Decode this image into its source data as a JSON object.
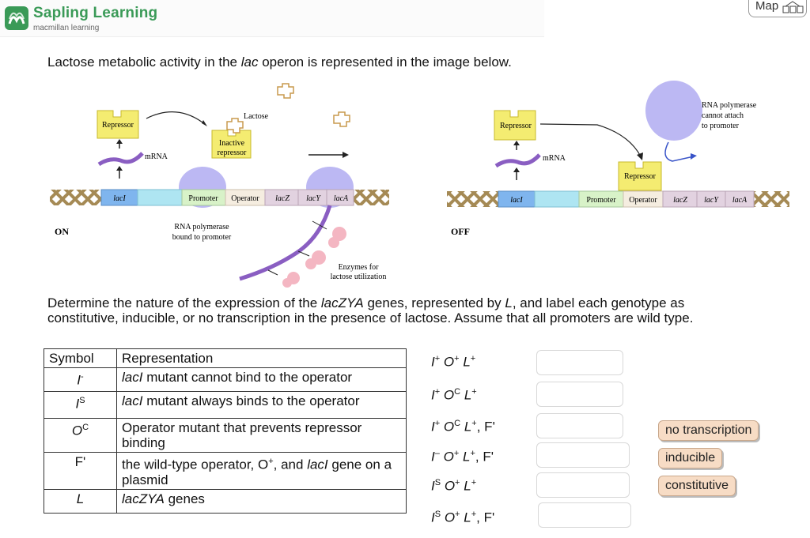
{
  "header": {
    "brand": "Sapling Learning",
    "sub": "macmillan learning",
    "map_label": "Map"
  },
  "question": {
    "intro_pre": "Lactose metabolic activity in the ",
    "intro_lac": "lac",
    "intro_post": " operon is represented in the image below.",
    "line1_pre": "Determine the nature of the expression of the ",
    "line1_gene": "lacZYA",
    "line1_mid": " genes, represented by ",
    "line1_L": "L",
    "line1_post": ", and label each genotype as",
    "line2": "constitutive, inducible, or no transcription in the presence of lactose. Assume that all promoters are wild type."
  },
  "figure": {
    "left": {
      "state": "ON",
      "repressor": "Repressor",
      "mrna": "mRNA",
      "lactose": "Lactose",
      "inactive_repressor": "Inactive repressor",
      "laci": "lacI",
      "promoter": "Promoter",
      "operator": "Operator",
      "lacz": "lacZ",
      "lacy": "lacY",
      "laca": "lacA",
      "rnap_note": "RNA polymerase bound to promoter",
      "enzymes_note": "Enzymes for lactose utilization"
    },
    "right": {
      "state": "OFF",
      "repressor": "Repressor",
      "repressor_bound": "Repressor",
      "mrna": "mRNA",
      "laci": "lacI",
      "promoter": "Promoter",
      "operator": "Operator",
      "lacz": "lacZ",
      "lacy": "lacY",
      "laca": "lacA",
      "rnap_note": "RNA polymerase cannot attach to promoter"
    }
  },
  "table": {
    "headers": [
      "Symbol",
      "Representation"
    ],
    "rows": [
      {
        "sym": "I",
        "sup": "-",
        "rep_pre": "",
        "rep_it": "lacI",
        "rep_post": " mutant cannot bind to the operator"
      },
      {
        "sym": "I",
        "sup": "S",
        "rep_pre": "",
        "rep_it": "lacI",
        "rep_post": " mutant always binds to the operator"
      },
      {
        "sym": "O",
        "sup": "C",
        "rep_pre": "Operator mutant that prevents repressor binding",
        "rep_it": "",
        "rep_post": ""
      },
      {
        "sym": "F'",
        "sup": "",
        "rep_pre": "the wild-type operator, O",
        "rep_sup": "+",
        "rep_mid": ", and ",
        "rep_it": "lacI",
        "rep_post": " gene on a plasmid"
      },
      {
        "sym": "L",
        "sup": "",
        "rep_pre": "",
        "rep_it": "lacZYA",
        "rep_post": " genes"
      }
    ]
  },
  "genotypes": [
    {
      "parts": [
        [
          "I",
          "+"
        ],
        [
          "O",
          "+"
        ],
        [
          "L",
          "+"
        ]
      ],
      "suffix": ""
    },
    {
      "parts": [
        [
          "I",
          "+"
        ],
        [
          "O",
          "C"
        ],
        [
          "L",
          "+"
        ]
      ],
      "suffix": ""
    },
    {
      "parts": [
        [
          "I",
          "+"
        ],
        [
          "O",
          "C"
        ],
        [
          "L",
          "+"
        ]
      ],
      "suffix": ", F'"
    },
    {
      "parts": [
        [
          "I",
          "–"
        ],
        [
          "O",
          "+"
        ],
        [
          "L",
          "+"
        ]
      ],
      "suffix": ", F'"
    },
    {
      "parts": [
        [
          "I",
          "S"
        ],
        [
          "O",
          "+"
        ],
        [
          "L",
          "+"
        ]
      ],
      "suffix": ""
    },
    {
      "parts": [
        [
          "I",
          "S"
        ],
        [
          "O",
          "+"
        ],
        [
          "L",
          "+"
        ]
      ],
      "suffix": ", F'"
    }
  ],
  "choices": [
    "no transcription",
    "inducible",
    "constitutive"
  ]
}
